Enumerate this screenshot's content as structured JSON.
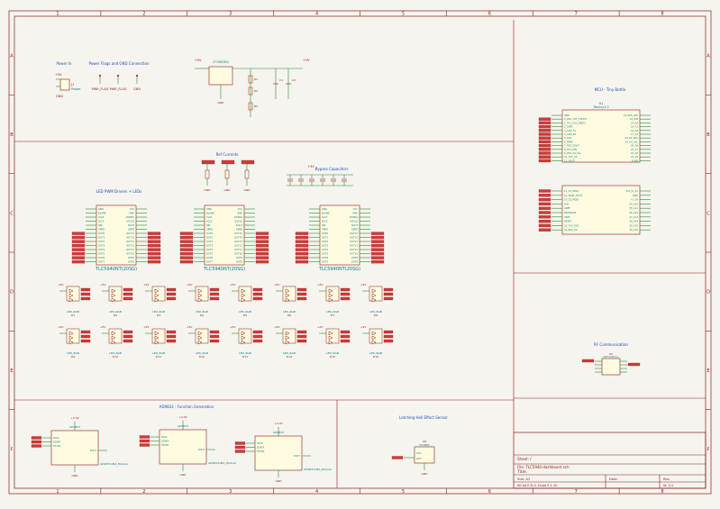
{
  "frame": {
    "cols": [
      "1",
      "2",
      "3",
      "4",
      "5",
      "6",
      "7",
      "8"
    ],
    "rows": [
      "A",
      "B",
      "C",
      "D",
      "E",
      "F"
    ]
  },
  "sections": {
    "power_in": "Power In",
    "power_flags": "Power Flags and GND Connection",
    "mcu": "MCU - Tiny Bottle",
    "ref_currents": "Ref Currents",
    "bypass": "Bypass Capacitors",
    "led_drivers": "LED PWM Drivers + LEDs",
    "rf": "RF Communication",
    "function_gen": "AD9833 - Function Generation",
    "hall": "Latching Hall Effect Sensor"
  },
  "power": {
    "regulator": "LT1963EQ",
    "vin": "+5V",
    "vout": "+3V",
    "pwr_flag_1": "PWR_FLAG",
    "pwr_flag_2": "PWR_FLAG",
    "gnd": "GND",
    "power_in_ref": "J1",
    "power_in_val": "Power",
    "r1": "R1",
    "r2": "R2",
    "r3": "R3",
    "c1": "C1",
    "c2": "C2"
  },
  "mcu": {
    "ref": "U1",
    "name": "Teensy3.2",
    "pins_left": [
      "GND",
      "0_RX1_CS1_TOUCH",
      "1_TX1_CS1_MISO1",
      "2_DSP1",
      "3_CAN_TX",
      "4_CAN_RX",
      "5_RX1",
      "6_PWM",
      "7_RX3_DOUT",
      "8_TX3_DIN",
      "9_RX2_CS_SCL",
      "10_TX2_CS",
      "11_DOUT"
    ],
    "pins_right": [
      "13_SCK_LED",
      "12_DIN",
      "14_A0",
      "15_A1",
      "16_A2",
      "17_A3",
      "18_A4_SDA",
      "19_A5_SCL",
      "20_A6",
      "21_A7",
      "22_A8",
      "23_A9",
      "VUSB"
    ],
    "pins_left2": [
      "12_CS_MISO",
      "11_MOSI_DOUT",
      "10_CS_MOSI",
      "DAC",
      "AREF",
      "PROGRAM",
      "VBAT",
      "RESET",
      "33_TX4_DAC",
      "34_RX4_CS"
    ],
    "pins_right2": [
      "3V3_to_5V",
      "GND",
      "+3.3V",
      "24_A10",
      "25_A11",
      "26_A12",
      "27_A13",
      "28_A14",
      "29_A15",
      "30_A16"
    ]
  },
  "drivers": {
    "names": [
      "TLC5940NT(20SG)",
      "TLC5940NT(20SG)",
      "TLC5940NT(20SG)"
    ],
    "pins_left": [
      "GND",
      "BLANK",
      "XLAT",
      "SCLK",
      "SIN",
      "VPRG",
      "OUT0",
      "OUT1",
      "OUT2",
      "OUT3",
      "OUT4",
      "OUT5",
      "OUT6",
      "OUT7"
    ],
    "pins_right": [
      "VCC",
      "IREF",
      "DCPRG",
      "GSCLK",
      "SOUT",
      "XERR",
      "OUT15",
      "OUT14",
      "OUT13",
      "OUT12",
      "OUT11",
      "OUT10",
      "OUT9",
      "OUT8"
    ]
  },
  "leds": {
    "value": "LED_RGB",
    "refs": [
      "D1",
      "D2",
      "D3",
      "D4",
      "D5",
      "D6",
      "D7",
      "D8",
      "D9",
      "D10",
      "D11",
      "D12",
      "D13",
      "D14",
      "D15",
      "D16"
    ],
    "supply": "+5V"
  },
  "rf": {
    "ref": "U4",
    "name": "nRF24L01+",
    "pins": [
      "GND",
      "VCC",
      "CE",
      "CSN",
      "SCK",
      "MOSI",
      "MISO",
      "IRQ"
    ]
  },
  "function_gen": {
    "chips": [
      "AD9833",
      "AD9833",
      "AD9833"
    ],
    "labels": [
      "AD9833vMA_Module",
      "AD9833vMA_Module",
      "AD9833vMA_Module"
    ],
    "pins": [
      "SCLK",
      "SDATA",
      "FSYNC",
      "VOUT",
      "VCC",
      "GND"
    ],
    "supply": "+3.3V",
    "gnd": "GND"
  },
  "hall": {
    "ref": "U8",
    "name": "US1881",
    "pins": [
      "VCC",
      "GND",
      "OUT"
    ]
  },
  "title_block": {
    "sheet_label": "Sheet: /",
    "file_label": "File: TLC5940-dashboard.sch",
    "title_label": "Title:",
    "size_label": "Size: A3",
    "date_label": "Date:",
    "rev_label": "Rev:",
    "kicad_label": "KiCad E.D.A.  kicad 5.1.10",
    "id_label": "Id: 1/1"
  }
}
